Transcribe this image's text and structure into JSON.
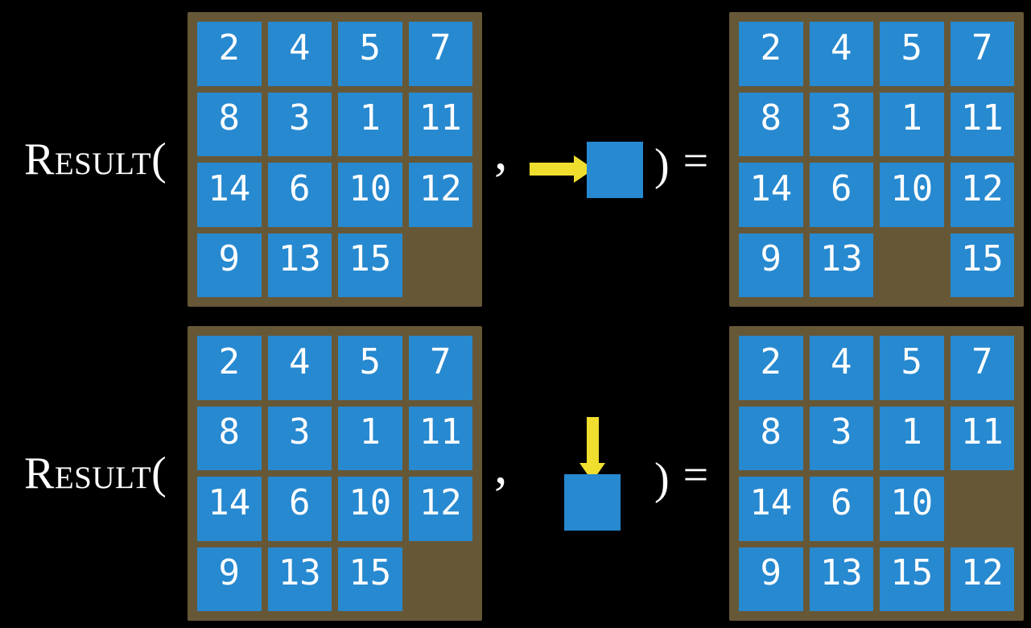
{
  "formula": {
    "function_call": "Result(",
    "comma": ",",
    "close_paren": ")",
    "equals": "="
  },
  "colors": {
    "background": "#000000",
    "board": "#665837",
    "tile": "#2789D0",
    "tile_text": "#FFFFFF",
    "arrow": "#F0DE2F",
    "formula_text": "#FFFFFF"
  },
  "boards": {
    "initial": {
      "cells": [
        "2",
        "4",
        "5",
        "7",
        "8",
        "3",
        "1",
        "11",
        "14",
        "6",
        "10",
        "12",
        "9",
        "13",
        "15",
        ""
      ]
    },
    "after_right": {
      "cells": [
        "2",
        "4",
        "5",
        "7",
        "8",
        "3",
        "1",
        "11",
        "14",
        "6",
        "10",
        "12",
        "9",
        "13",
        "",
        "15"
      ]
    },
    "after_down": {
      "cells": [
        "2",
        "4",
        "5",
        "7",
        "8",
        "3",
        "1",
        "11",
        "14",
        "6",
        "10",
        "",
        "9",
        "13",
        "15",
        "12"
      ]
    }
  },
  "rows": [
    {
      "action_icon": "arrow-right",
      "direction": "right",
      "initial_board": "initial",
      "result_board": "after_right"
    },
    {
      "action_icon": "arrow-down",
      "direction": "down",
      "initial_board": "initial",
      "result_board": "after_down"
    }
  ]
}
